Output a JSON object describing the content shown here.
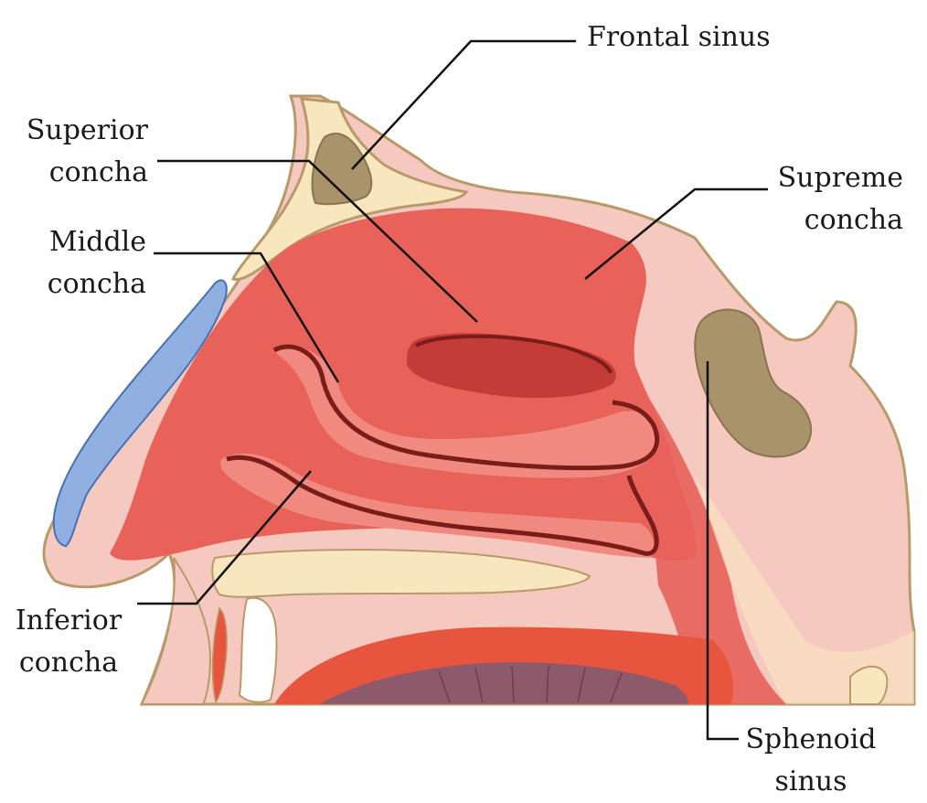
{
  "labels": {
    "frontal_sinus": {
      "line1": "Frontal sinus"
    },
    "superior_concha": {
      "line1": "Superior",
      "line2": "concha"
    },
    "middle_concha": {
      "line1": "Middle",
      "line2": "concha"
    },
    "supreme_concha": {
      "line1": "Supreme",
      "line2": "concha"
    },
    "inferior_concha": {
      "line1": "Inferior",
      "line2": "concha"
    },
    "sphenoid_sinus": {
      "line1": "Sphenoid",
      "line2": "sinus"
    }
  },
  "colors": {
    "skin": "#f6c9c0",
    "bone": "#f8e6bf",
    "outline": "#b89a6a",
    "cavity": "#e8625a",
    "concha": "#f08a80",
    "concha_shadow": "#b8302c",
    "sinus": "#a8936a",
    "cartilage": "#8fb0e0",
    "tongue": "#8c5a6a",
    "palate_red": "#e8553f",
    "leader": "#111111"
  }
}
